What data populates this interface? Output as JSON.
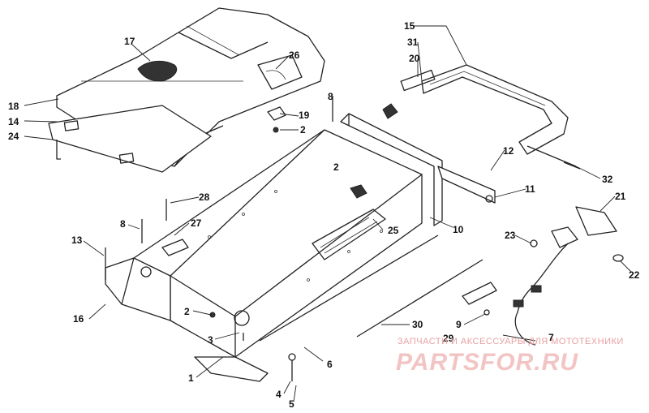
{
  "callouts": [
    {
      "id": "c1",
      "text": "1"
    },
    {
      "id": "c2a",
      "text": "2"
    },
    {
      "id": "c2b",
      "text": "2"
    },
    {
      "id": "c2c",
      "text": "2"
    },
    {
      "id": "c3",
      "text": "3"
    },
    {
      "id": "c4",
      "text": "4"
    },
    {
      "id": "c5",
      "text": "5"
    },
    {
      "id": "c6",
      "text": "6"
    },
    {
      "id": "c7",
      "text": "7"
    },
    {
      "id": "c8a",
      "text": "8"
    },
    {
      "id": "c8b",
      "text": "8"
    },
    {
      "id": "c9",
      "text": "9"
    },
    {
      "id": "c10",
      "text": "10"
    },
    {
      "id": "c11",
      "text": "11"
    },
    {
      "id": "c12",
      "text": "12"
    },
    {
      "id": "c13",
      "text": "13"
    },
    {
      "id": "c14",
      "text": "14"
    },
    {
      "id": "c15",
      "text": "15"
    },
    {
      "id": "c16",
      "text": "16"
    },
    {
      "id": "c17",
      "text": "17"
    },
    {
      "id": "c18",
      "text": "18"
    },
    {
      "id": "c19",
      "text": "19"
    },
    {
      "id": "c20",
      "text": "20"
    },
    {
      "id": "c21",
      "text": "21"
    },
    {
      "id": "c22",
      "text": "22"
    },
    {
      "id": "c23",
      "text": "23"
    },
    {
      "id": "c24",
      "text": "24"
    },
    {
      "id": "c25",
      "text": "25"
    },
    {
      "id": "c26",
      "text": "26"
    },
    {
      "id": "c27",
      "text": "27"
    },
    {
      "id": "c28",
      "text": "28"
    },
    {
      "id": "c29",
      "text": "29"
    },
    {
      "id": "c30",
      "text": "30"
    },
    {
      "id": "c31",
      "text": "31"
    },
    {
      "id": "c32",
      "text": "32"
    }
  ],
  "watermark": {
    "tagline": "ЗАПЧАСТИ И АКСЕССУАРЫ ДЛЯ МОТОТЕХНИКИ",
    "logo": "PARTSFOR.RU"
  }
}
